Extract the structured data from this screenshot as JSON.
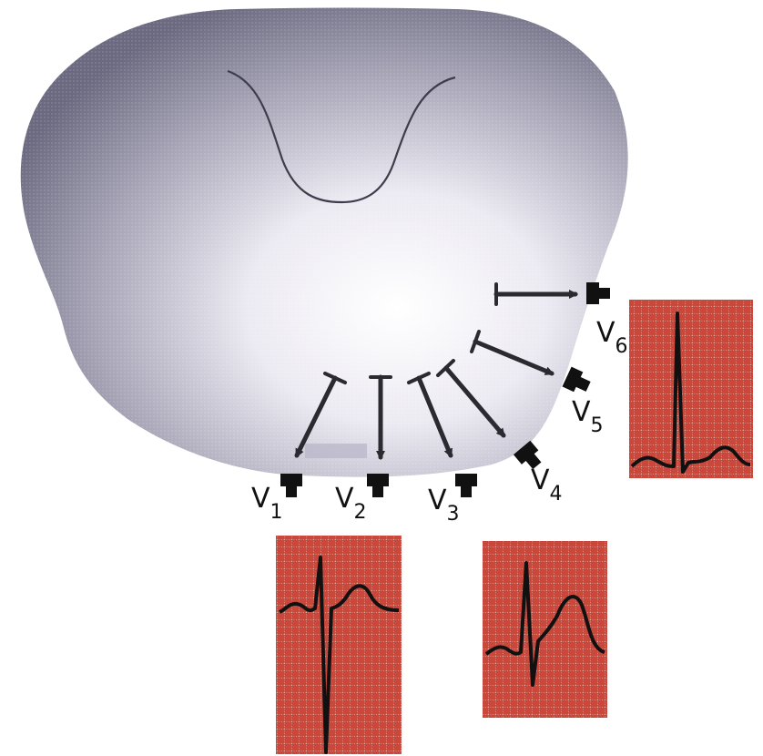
{
  "diagram": {
    "leads": [
      {
        "id": "v1",
        "prefix": "V",
        "sub": "1"
      },
      {
        "id": "v2",
        "prefix": "V",
        "sub": "2"
      },
      {
        "id": "v3",
        "prefix": "V",
        "sub": "3"
      },
      {
        "id": "v4",
        "prefix": "V",
        "sub": "4"
      },
      {
        "id": "v5",
        "prefix": "V",
        "sub": "5"
      },
      {
        "id": "v6",
        "prefix": "V",
        "sub": "6"
      }
    ],
    "ecg_strips": [
      {
        "lead": "v1-v2",
        "pattern": "small-r-deep-s"
      },
      {
        "lead": "v3-v4",
        "pattern": "transition"
      },
      {
        "lead": "v5-v6",
        "pattern": "tall-r-small-s"
      }
    ],
    "colors": {
      "torso_edge": "#6f6c82",
      "torso_center": "#f4f4f8",
      "ecg_grid_bg": "#c8483c",
      "ecg_grid_line": "#f6d6d0",
      "trace": "#111111",
      "arrow": "#2a2a30",
      "electrode": "#111111"
    }
  }
}
